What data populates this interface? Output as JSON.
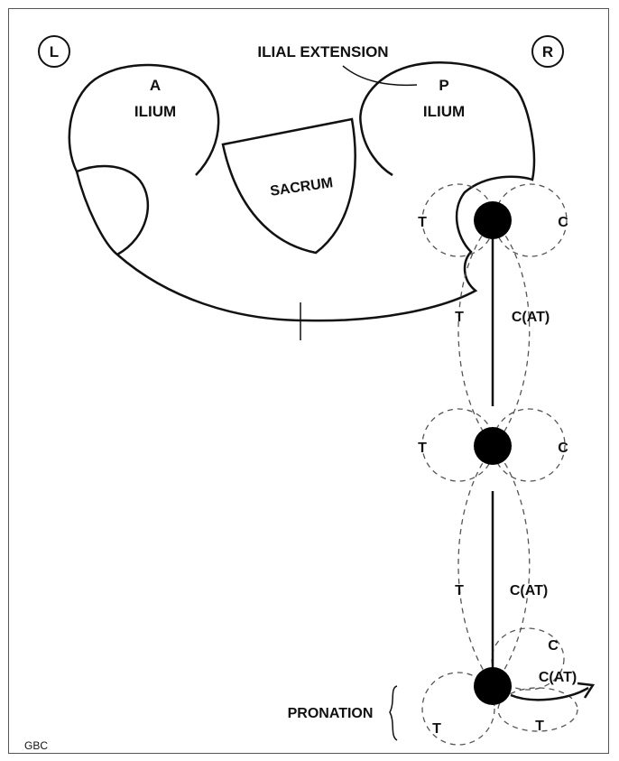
{
  "corners": {
    "left": "L",
    "right": "R"
  },
  "pelvis": {
    "ilial_extension": "ILIAL EXTENSION",
    "left_ilium_letter": "A",
    "left_ilium_label": "ILIUM",
    "right_ilium_letter": "P",
    "right_ilium_label": "ILIUM",
    "sacrum": "SACRUM"
  },
  "hip_joint": {
    "left": "T",
    "right": "C"
  },
  "thigh": {
    "left": "T",
    "right": "C(AT)"
  },
  "knee_joint": {
    "left": "T",
    "right": "C"
  },
  "shank": {
    "left": "T",
    "right": "C(AT)"
  },
  "ankle_joint": {
    "upper_right": "C",
    "arrow_label": "C(AT)",
    "lower_left": "T",
    "lower_right": "T"
  },
  "pronation": "PRONATION",
  "credit": "GBC",
  "colors": {
    "stroke": "#111111",
    "dashed": "#555555",
    "frame": "#555555"
  }
}
